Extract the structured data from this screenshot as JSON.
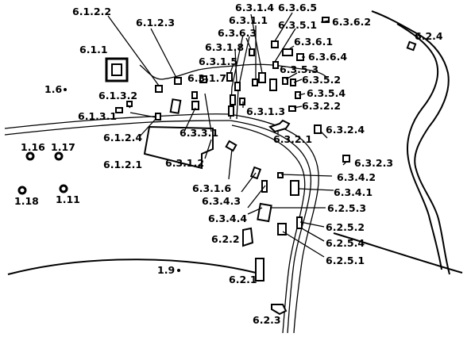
{
  "map": {
    "labels": {
      "l_6_1_2_2": "6.1.2.2",
      "l_6_1_2_3": "6.1.2.3",
      "l_6_1_1": "6.1.1",
      "l_1_6": "1.6",
      "l_6_1_3_2": "6.1.3.2",
      "l_6_1_3_1": "6.1.3.1",
      "l_6_1_2_4": "6.1.2.4",
      "l_6_1_2_1": "6.1.2.1",
      "l_1_16": "1.16",
      "l_1_17": "1.17",
      "l_1_18": "1.18",
      "l_1_11": "1.11",
      "l_6_3_1_4": "6.3.1.4",
      "l_6_3_6_5": "6.3.6.5",
      "l_6_3_6_2": "6.3.6.2",
      "l_6_3_1_1": "6.3.1.1",
      "l_6_3_5_1": "6.3.5.1",
      "l_6_3_6_3": "6.3.6.3",
      "l_6_3_6_1": "6.3.6.1",
      "l_6_3_1_8": "6.3.1.8",
      "l_6_3_6_4": "6.3.6.4",
      "l_6_3_1_5": "6.3.1.5",
      "l_6_3_5_3": "6.3.5.3",
      "l_6_3_1_7": "6.3.1.7",
      "l_6_3_5_2": "6.3.5.2",
      "l_6_3_5_4": "6.3.5.4",
      "l_6_3_2_2": "6.3.2.2",
      "l_6_3_1_3": "6.3.1.3",
      "l_6_3_3_1": "6.3.3.1",
      "l_6_3_2_1": "6.3.2.1",
      "l_6_3_2_4": "6.3.2.4",
      "l_6_3_1_2": "6.3.1.2",
      "l_6_3_2_3": "6.3.2.3",
      "l_6_3_4_2": "6.3.4.2",
      "l_6_3_1_6": "6.3.1.6",
      "l_6_3_4_1": "6.3.4.1",
      "l_6_3_4_3": "6.3.4.3",
      "l_6_2_5_3": "6.2.5.3",
      "l_6_3_4_4": "6.3.4.4",
      "l_6_2_5_2": "6.2.5.2",
      "l_6_2_5_4": "6.2.5.4",
      "l_6_2_2": "6.2.2",
      "l_6_2_5_1": "6.2.5.1",
      "l_1_9": "1.9",
      "l_6_2_1": "6.2.1",
      "l_6_2_3": "6.2.3",
      "l_6_2_4": "6.2.4"
    }
  }
}
